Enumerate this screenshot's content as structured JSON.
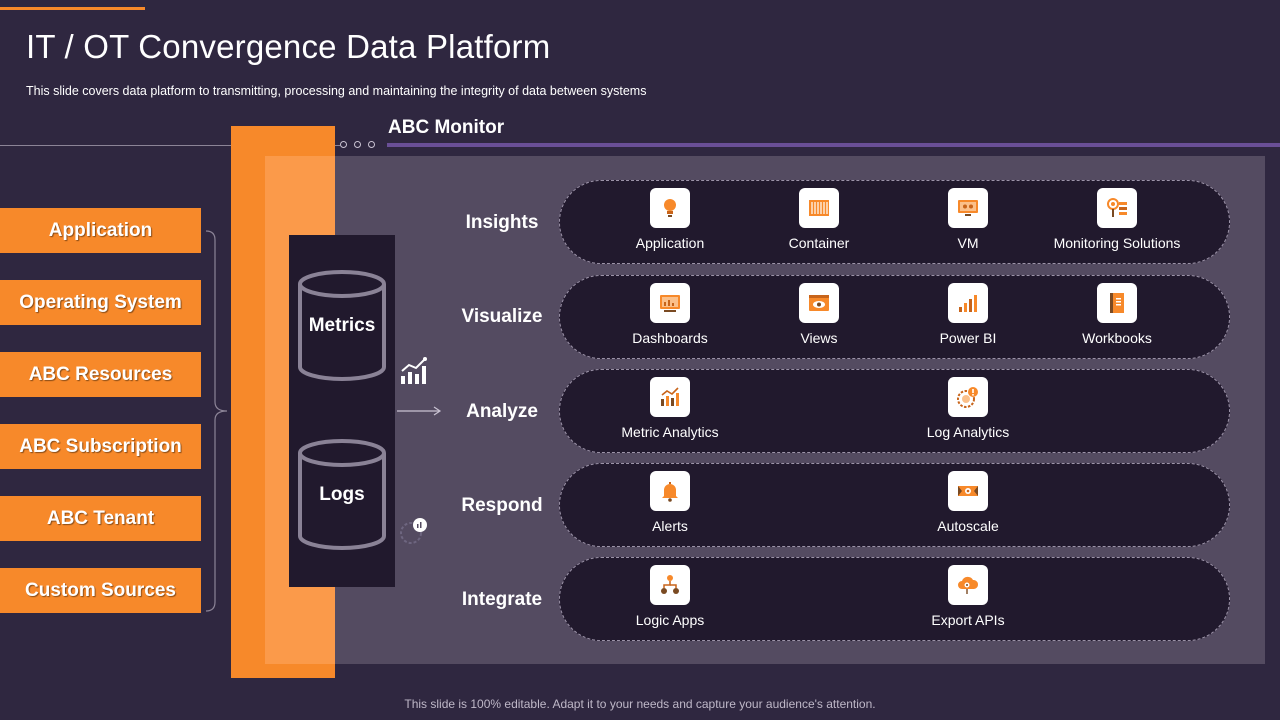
{
  "header": {
    "title": "IT / OT Convergence Data Platform",
    "subtitle": "This slide covers data platform to transmitting, processing and maintaining the integrity of data between systems"
  },
  "monitor_title": "ABC Monitor",
  "sources": [
    "Application",
    "Operating System",
    "ABC Resources",
    "ABC Subscription",
    "ABC Tenant",
    "Custom Sources"
  ],
  "storage": {
    "metrics": "Metrics",
    "logs": "Logs"
  },
  "stages": [
    {
      "label": "Insights",
      "items": [
        {
          "label": "Application",
          "icon": "lightbulb-icon"
        },
        {
          "label": "Container",
          "icon": "container-icon"
        },
        {
          "label": "VM",
          "icon": "vm-icon"
        },
        {
          "label": "Monitoring Solutions",
          "icon": "monitoring-icon"
        }
      ]
    },
    {
      "label": "Visualize",
      "items": [
        {
          "label": "Dashboards",
          "icon": "dashboard-icon"
        },
        {
          "label": "Views",
          "icon": "eye-icon"
        },
        {
          "label": "Power BI",
          "icon": "bar-chart-icon"
        },
        {
          "label": "Workbooks",
          "icon": "workbook-icon"
        }
      ]
    },
    {
      "label": "Analyze",
      "items": [
        {
          "label": "Metric Analytics",
          "icon": "analytics-icon"
        },
        {
          "label": "Log Analytics",
          "icon": "log-analytics-icon"
        }
      ]
    },
    {
      "label": "Respond",
      "items": [
        {
          "label": "Alerts",
          "icon": "bell-icon"
        },
        {
          "label": "Autoscale",
          "icon": "autoscale-icon"
        }
      ]
    },
    {
      "label": "Integrate",
      "items": [
        {
          "label": "Logic Apps",
          "icon": "logic-apps-icon"
        },
        {
          "label": "Export APIs",
          "icon": "cloud-export-icon"
        }
      ]
    }
  ],
  "footer": "This slide is 100% editable. Adapt it to your needs and capture your audience's attention.",
  "colors": {
    "background": "#2f2740",
    "accent": "#f7892a",
    "panel": "#544b61",
    "pill": "#21192d",
    "line": "#6a4f97"
  }
}
